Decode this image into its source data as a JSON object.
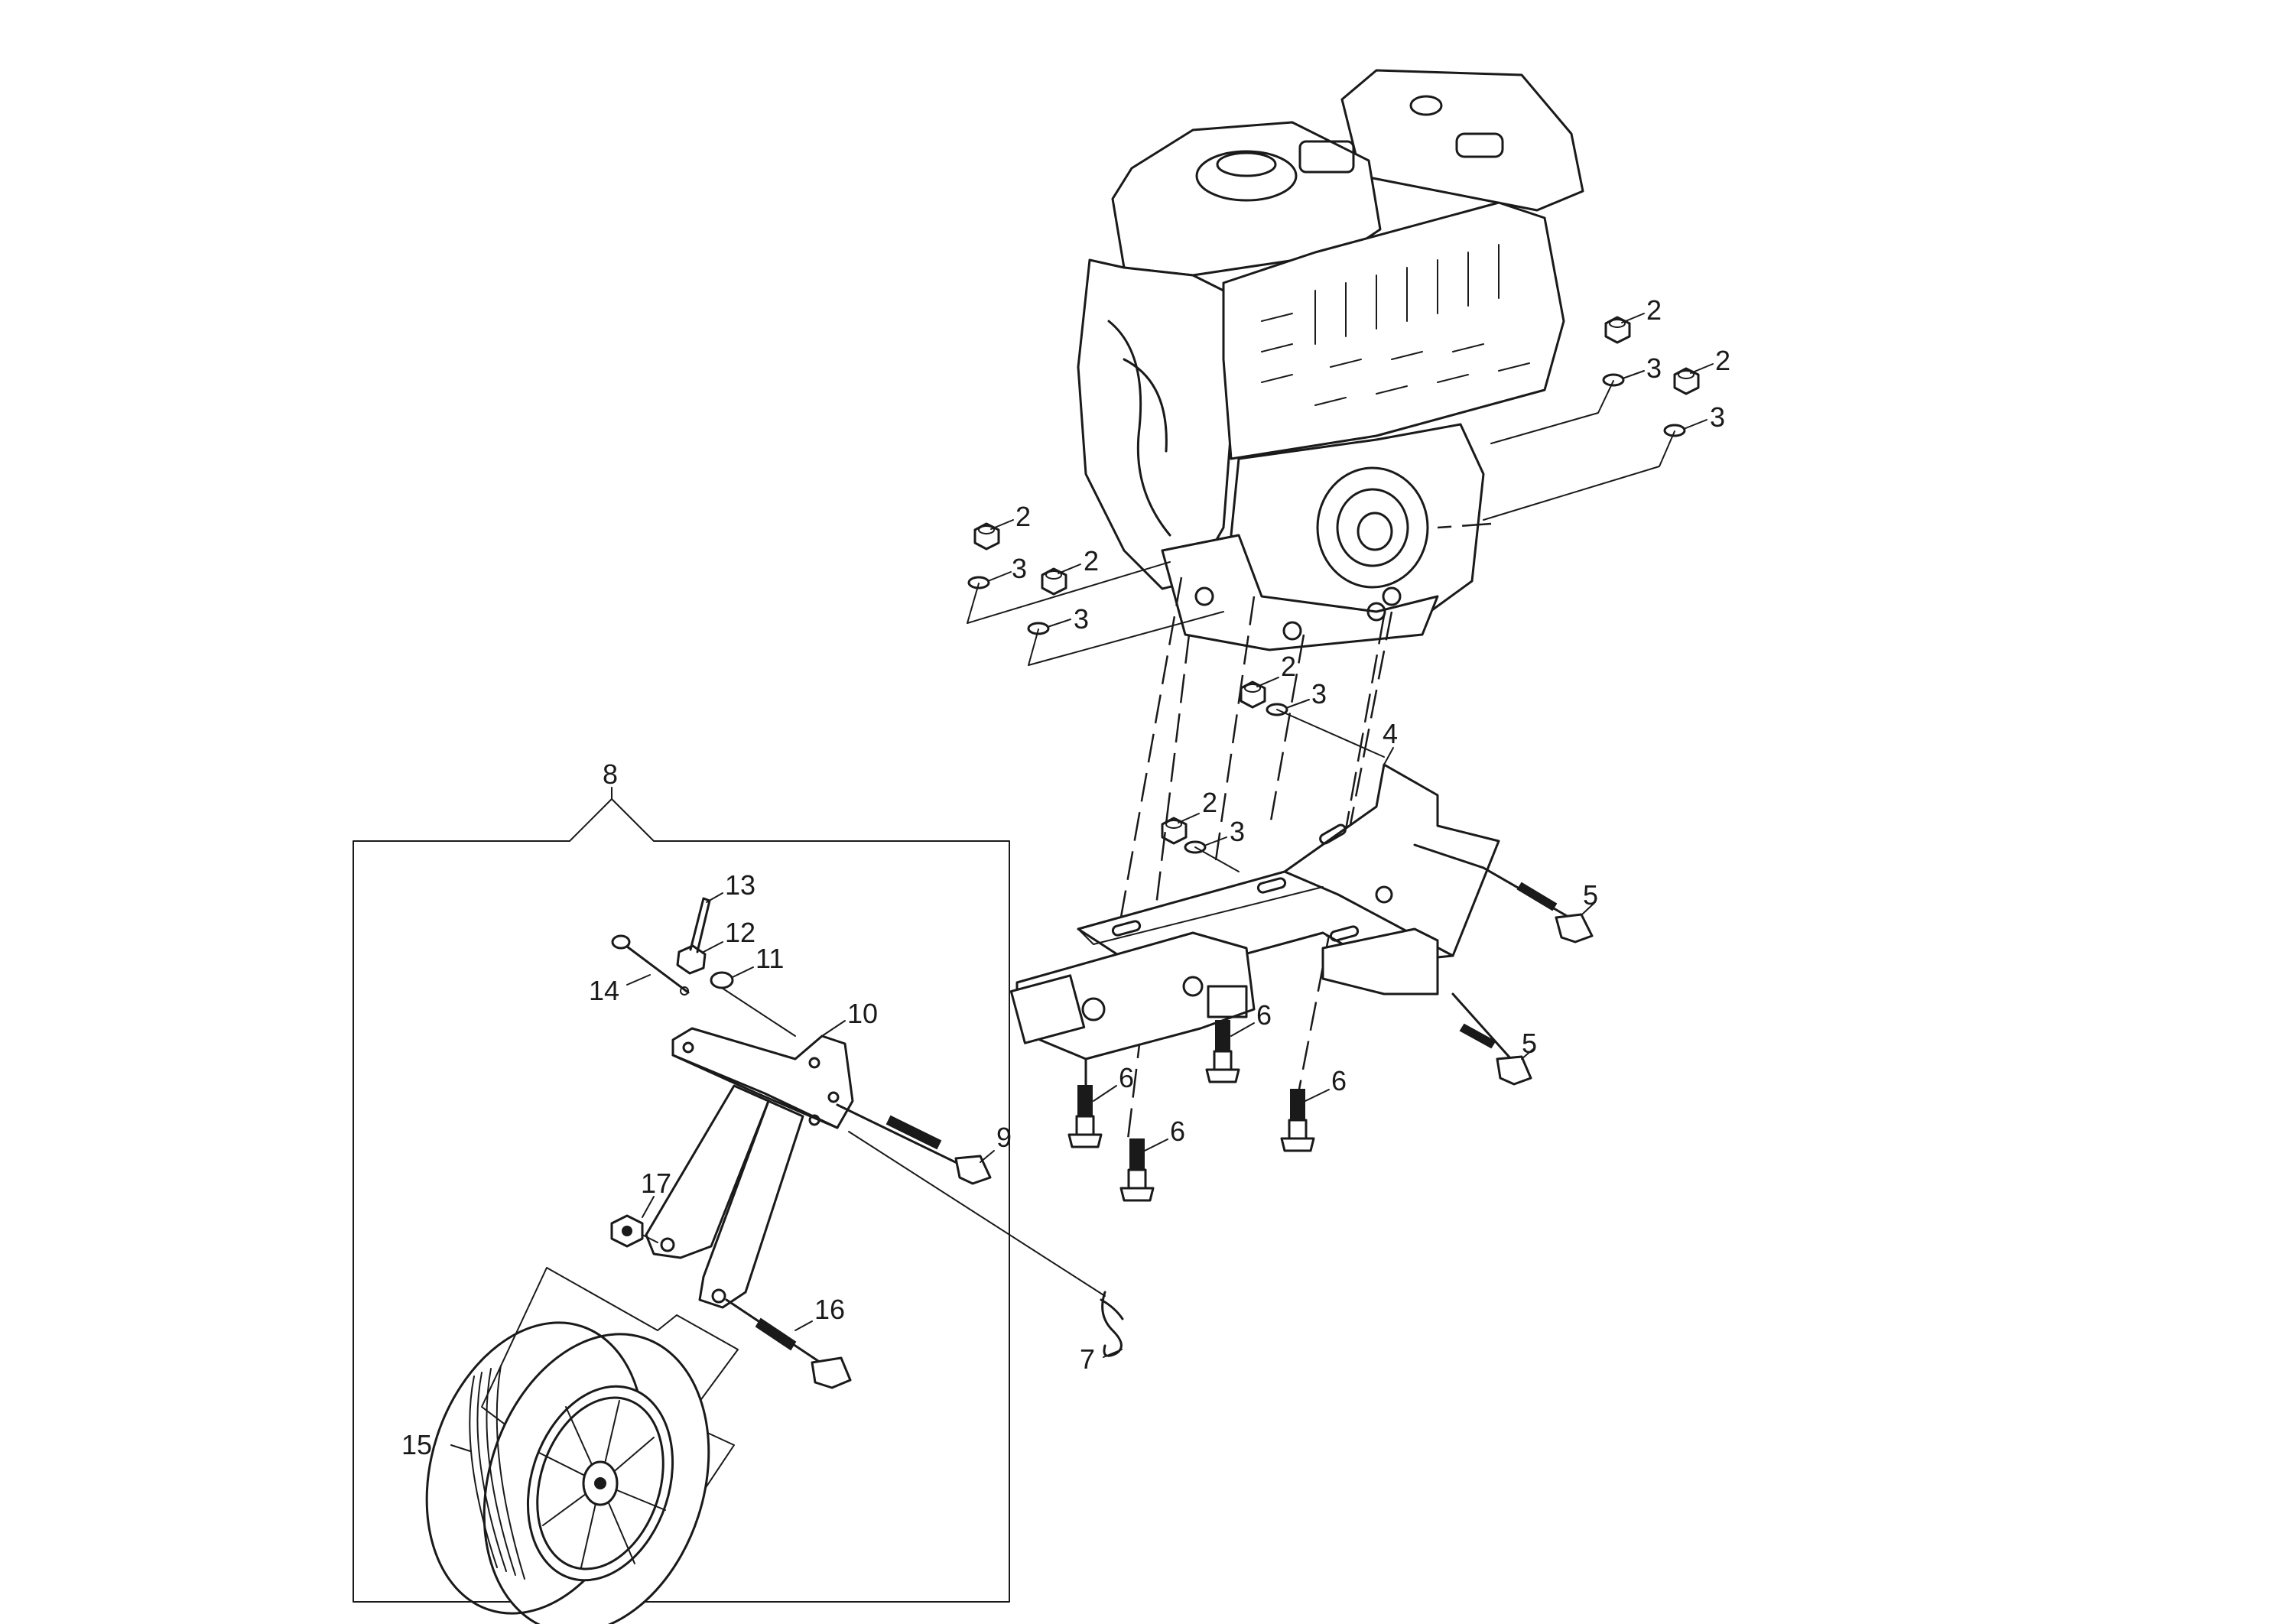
{
  "callouts": {
    "c2a": "2",
    "c2b": "2",
    "c2c": "2",
    "c2d": "2",
    "c2e": "2",
    "c2f": "2",
    "c3a": "3",
    "c3b": "3",
    "c3c": "3",
    "c3d": "3",
    "c3e": "3",
    "c3f": "3",
    "c4": "4",
    "c5a": "5",
    "c5b": "5",
    "c6a": "6",
    "c6b": "6",
    "c6c": "6",
    "c6d": "6",
    "c7": "7",
    "c8": "8",
    "c9": "9",
    "c10": "10",
    "c11": "11",
    "c12": "12",
    "c13": "13",
    "c14": "14",
    "c15": "15",
    "c16": "16",
    "c17": "17"
  }
}
